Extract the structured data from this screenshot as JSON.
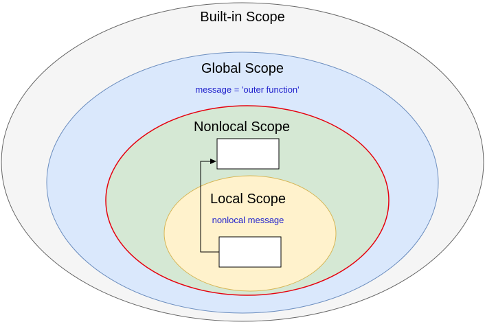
{
  "scopes": {
    "builtin": {
      "label": "Built-in Scope",
      "fill": "#f5f5f5",
      "stroke": "#666666"
    },
    "global": {
      "label": "Global Scope",
      "code": "message =  'outer function'",
      "fill": "#dae8fc",
      "stroke": "#6c8ebf"
    },
    "nonlocal": {
      "label": "Nonlocal Scope",
      "fill": "#d5e8d4",
      "stroke": "#e6000d"
    },
    "local": {
      "label": "Local Scope",
      "code": "nonlocal message",
      "fill": "#fff2cc",
      "stroke": "#d6b656"
    }
  },
  "code_color": "#1f1fcc",
  "connector_color": "#000000"
}
